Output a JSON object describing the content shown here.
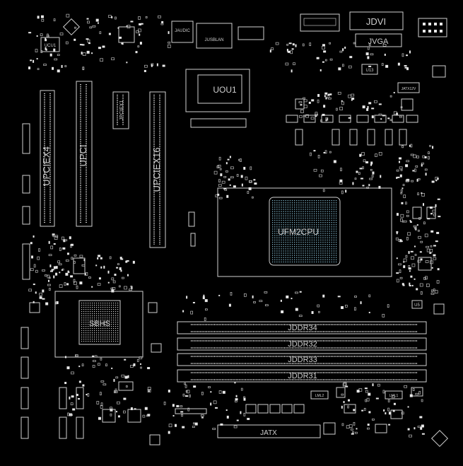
{
  "components": {
    "cpu": "UFM2CPU",
    "chipset": "SBHS",
    "bios": "UOU1",
    "pcie_slots": [
      "UPCIEX4",
      "UPCI",
      "UPCIEX16"
    ],
    "pcie_x1": "JPCIEX1",
    "dimms": [
      "JDDR34",
      "JDDR32",
      "JDDR33",
      "JDDR31"
    ],
    "atx": "JATX",
    "connectors": {
      "dvi": "JDVI",
      "vga": "JVGA",
      "audio": "JAUDIC",
      "usb_lan": "JUSBLAN",
      "atx12v": "JATX12V"
    },
    "small_labels": {
      "ucu1": "UCU1",
      "u13": "U13",
      "u5": "U5",
      "lml2": "LML2",
      "lml1": "LML1"
    }
  },
  "colors": {
    "background": "#000000",
    "trace": "#d0d0d0",
    "bga_ball": "#7fb3c8"
  }
}
